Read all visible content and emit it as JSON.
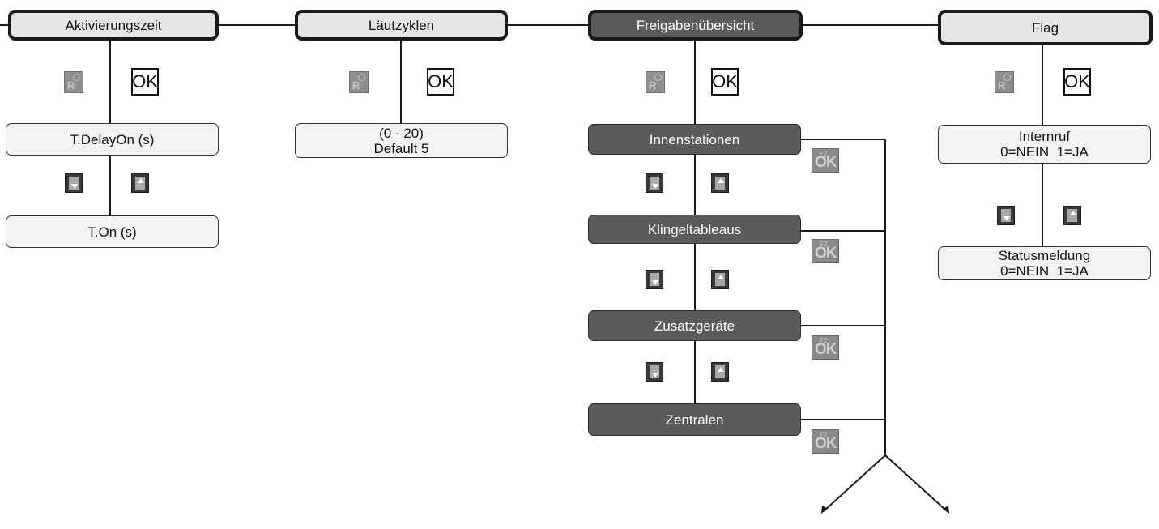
{
  "colors": {
    "header_light": "#e6e6e6",
    "header_dark": "#5b5b5b",
    "item_light": "#f3f3f3",
    "line": "#1a1a1a"
  },
  "icons": {
    "reset": "reset-icon",
    "ok": "ok-icon",
    "down": "arrow-down-icon",
    "up": "arrow-up-icon",
    "f2_ok": "f2-ok-icon"
  },
  "ok_label": "OK",
  "reset_letter": "R",
  "f2_label": "F2",
  "f2_ok_label": "OK",
  "headers": {
    "aktivierungszeit": "Aktivierungszeit",
    "laeutzyklen": "Läutzyklen",
    "freigabe": "Freigabenübersicht",
    "flag": "Flag"
  },
  "aktivierungszeit": {
    "delay_on": "T.DelayOn (s)",
    "on": "T.On (s)"
  },
  "laeutzyklen": {
    "range": "(0 - 20)",
    "default": "Default 5"
  },
  "freigabe": {
    "items": [
      "Innenstationen",
      "Klingeltableaus",
      "Zusatzgeräte",
      "Zentralen"
    ]
  },
  "flag": {
    "internruf_title": "Internruf",
    "internruf_values": "0=NEIN  1=JA",
    "status_title": "Statusmeldung",
    "status_values": "0=NEIN  1=JA"
  }
}
